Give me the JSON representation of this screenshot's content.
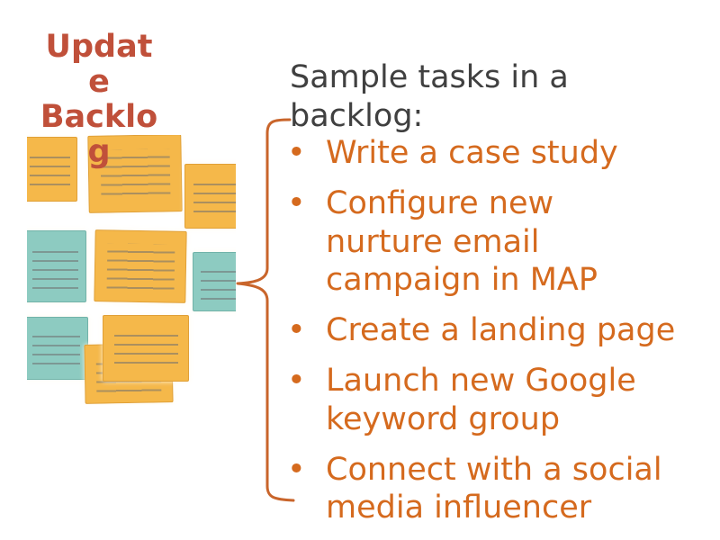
{
  "colors": {
    "background": "#ffffff",
    "title": "#c0503a",
    "heading": "#404040",
    "bullet_text": "#d56a1e",
    "brace": "#c9652b",
    "sticky_orange": "#f5b84a",
    "sticky_teal": "#8dcbc1"
  },
  "slide": {
    "title": "Updat\ne\nBacklo\ng"
  },
  "content": {
    "heading": "Sample tasks in a\nbacklog:",
    "bullet_marker": "•",
    "bullets": [
      "Write a case study",
      "Configure new\nnurture email\ncampaign in MAP",
      "Create a landing page",
      "Launch new Google\nkeyword group",
      "Connect with a social\nmedia influencer"
    ]
  }
}
